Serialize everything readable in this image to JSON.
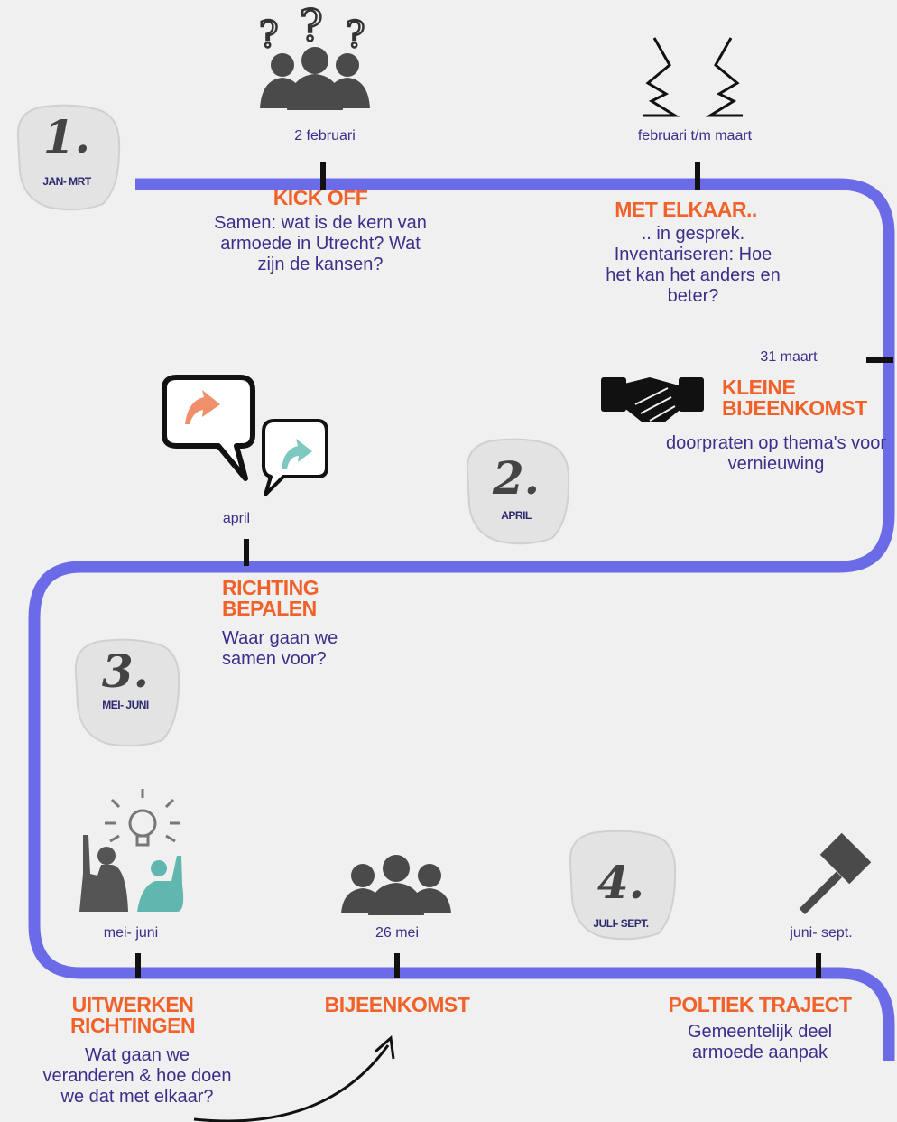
{
  "colors": {
    "track": "#6b6be8",
    "accent": "#f0622a",
    "text": "#3a2f8a",
    "icon": "#555555",
    "teal": "#5fb7b0"
  },
  "phases": [
    {
      "number": "1.",
      "label": "JAN- MRT"
    },
    {
      "number": "2.",
      "label": "APRIL"
    },
    {
      "number": "3.",
      "label": "MEI- JUNI"
    },
    {
      "number": "4.",
      "label": "JULI- SEPT."
    }
  ],
  "milestones": {
    "kickoff": {
      "date": "2 februari",
      "title": "KICK OFF",
      "desc": "Samen: wat is de kern van armoede in Utrecht? Wat zijn de kansen?",
      "icon": "group-questions-icon"
    },
    "met_elkaar": {
      "date": "februari t/m maart",
      "title": "MET ELKAAR..",
      "desc": ".. in gesprek. Inventariseren: Hoe het kan het anders en beter?",
      "icon": "talking-faces-icon"
    },
    "kleine_bijeenkomst": {
      "date": "31 maart",
      "title": "KLEINE BIJEENKOMST",
      "desc": "doorpraten op thema's voor vernieuwing",
      "icon": "handshake-icon"
    },
    "richting": {
      "date": "april",
      "title": "RICHTING BEPALEN",
      "desc": "Waar gaan we samen voor?",
      "icon": "speech-bubbles-icon"
    },
    "uitwerken": {
      "date": "mei- juni",
      "title": "UITWERKEN RICHTINGEN",
      "desc": "Wat gaan we veranderen & hoe doen we dat met elkaar?",
      "icon": "idea-raise-hand-icon"
    },
    "bijeenkomst": {
      "date": "26 mei",
      "title": "BIJEENKOMST",
      "desc": "",
      "icon": "group-icon"
    },
    "politiek": {
      "date": "juni- sept.",
      "title": "POLTIEK TRAJECT",
      "desc": "Gemeentelijk deel armoede aanpak",
      "icon": "gavel-icon"
    }
  }
}
